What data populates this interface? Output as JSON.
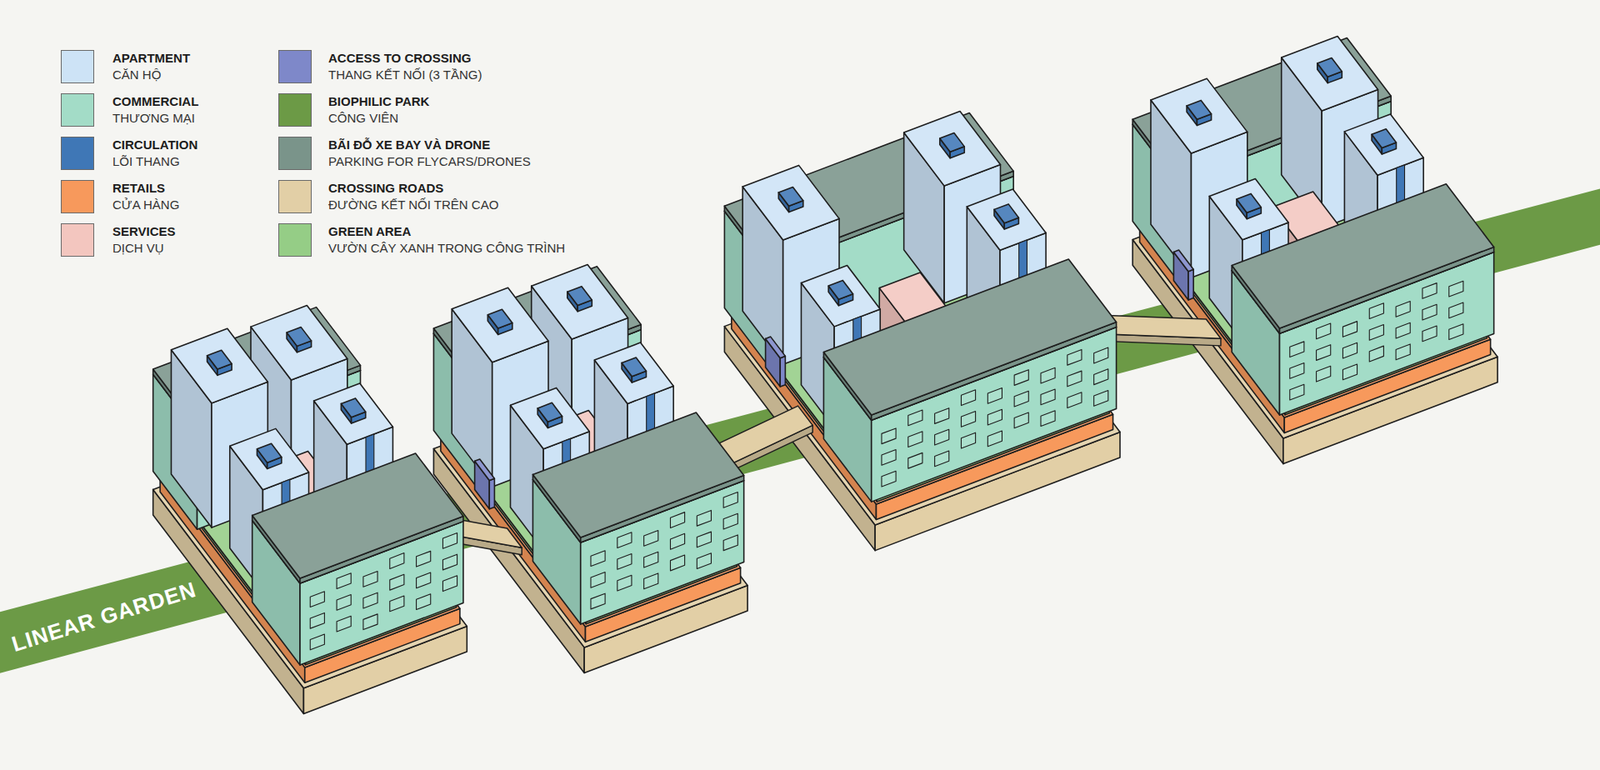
{
  "diagram": {
    "labels": [
      "CĂN HỘ",
      "THƯƠNG MẠI",
      "LÕI THANG",
      "CỬA HÀNG",
      "DỊCH VỤ",
      "THANG KẾT NỐI (3 TẦNG)",
      "CÔNG VIÊN",
      "PARKING FOR FLYCARS/DRONES",
      "ĐƯỜNG KẾT NỐI TRÊN CAO",
      "VƯỜN CÂY XANH TRONG CÔNG TRÌNH",
      "LINEAR GARDEN"
    ],
    "legend": [
      {
        "text": "APARTMENT",
        "color": "#cde3f6"
      },
      {
        "text": "COMMERCIAL",
        "color": "#a3dcc7"
      },
      {
        "text": "CIRCULATION",
        "color": "#3f77b6"
      },
      {
        "text": "RETAILS",
        "color": "#f7995c"
      },
      {
        "text": "SERVICES",
        "color": "#f3c6bf"
      },
      {
        "text": "ACCESS TO CROSSING",
        "color": "#7e88c9"
      },
      {
        "text": "BIOPHILIC PARK",
        "color": "#6c9a46"
      },
      {
        "text": "BÃI ĐỖ XE BAY VÀ DRONE",
        "color": "#7a948a"
      },
      {
        "text": "CROSSING ROADS",
        "color": "#e2cfa6"
      },
      {
        "text": "GREEN AREA",
        "color": "#95cd86"
      }
    ]
  }
}
